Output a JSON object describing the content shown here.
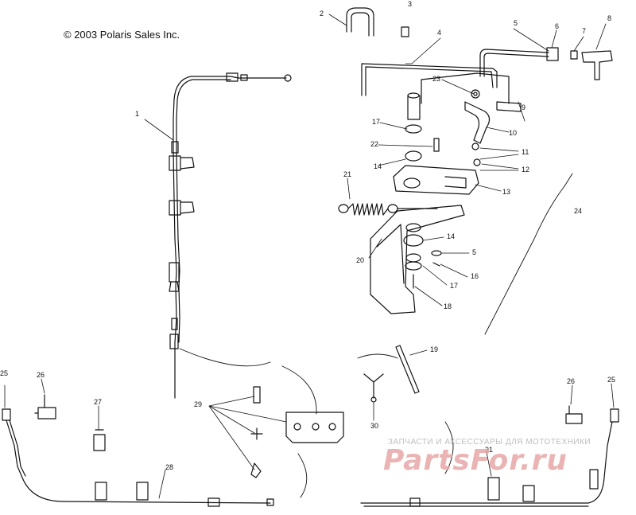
{
  "copyright": "© 2003 Polaris Sales Inc.",
  "watermark": {
    "caption": "ЗАПЧАСТИ И АКСЕССУАРЫ ДЛЯ МОТОТЕХНИКИ",
    "logo": "PartsFor.ru"
  },
  "callouts": [
    "1",
    "2",
    "3",
    "4",
    "5",
    "6",
    "7",
    "8",
    "9",
    "10",
    "11",
    "12",
    "13",
    "14",
    "14",
    "5",
    "16",
    "17",
    "17",
    "18",
    "19",
    "20",
    "21",
    "22",
    "23",
    "24",
    "25",
    "25",
    "26",
    "26",
    "27",
    "28",
    "29",
    "30",
    "31"
  ]
}
